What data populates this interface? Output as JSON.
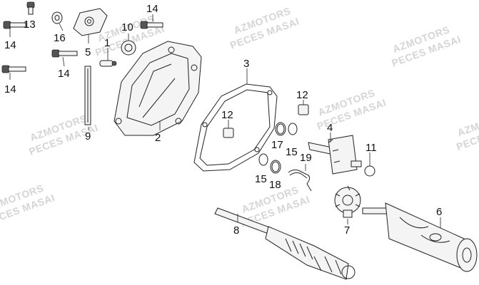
{
  "watermarks": [
    {
      "line1": "AZMOTORS",
      "line2": "PECES MASAI"
    },
    {
      "line1": "AZMOTORS",
      "line2": "PECES MASAI"
    },
    {
      "line1": "AZMOTORS",
      "line2": "PECES MASAI"
    },
    {
      "line1": "AZMOTORS",
      "line2": "PECES MASAI"
    },
    {
      "line1": "AZMOTORS",
      "line2": "PECES MASAI"
    },
    {
      "line1": "AZMOTORS",
      "line2": "PECES MASAI"
    },
    {
      "line1": "AZMOTORS",
      "line2": "PECES MASAI"
    },
    {
      "line1": "AZMOTORS",
      "line2": "PECES MASAI"
    }
  ],
  "callouts": {
    "c1": "1",
    "c2": "2",
    "c3": "3",
    "c4": "4",
    "c5": "5",
    "c6": "6",
    "c7": "7",
    "c8": "8",
    "c9": "9",
    "c10": "10",
    "c11": "11",
    "c12a": "12",
    "c12b": "12",
    "c13": "13",
    "c14a": "14",
    "c14b": "14",
    "c14c": "14",
    "c14d": "14",
    "c15a": "15",
    "c15b": "15",
    "c16": "16",
    "c17": "17",
    "c18": "18",
    "c19": "19"
  }
}
